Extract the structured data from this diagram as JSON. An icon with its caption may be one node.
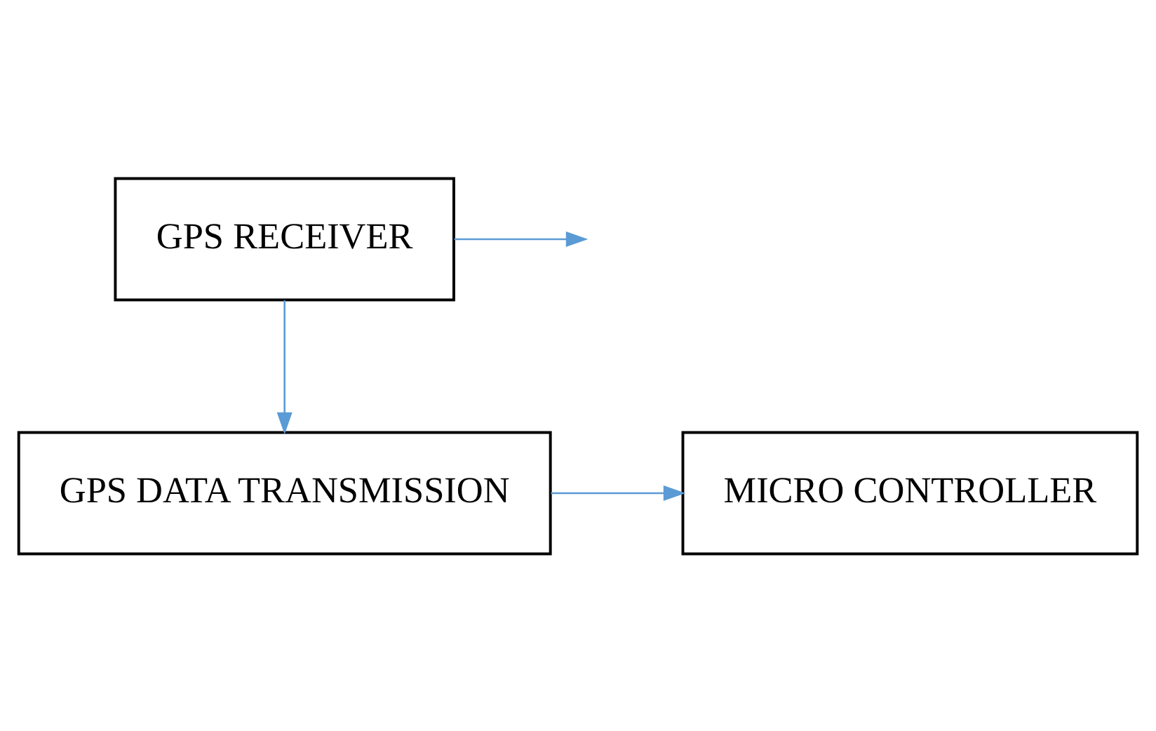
{
  "diagram": {
    "nodes": [
      {
        "text": [
          "GPS RECEIVER"
        ]
      },
      {
        "text": [
          "GPS DATA TRANSMISSION"
        ]
      },
      {
        "text": [
          "MICRO CONTROLLER"
        ]
      }
    ],
    "edges": [
      {
        "from": 0,
        "to": null,
        "arrow": "to"
      },
      {
        "from": 0,
        "to": 1,
        "arrow": "to"
      },
      {
        "from": 1,
        "to": 2,
        "arrow": "to"
      }
    ]
  }
}
